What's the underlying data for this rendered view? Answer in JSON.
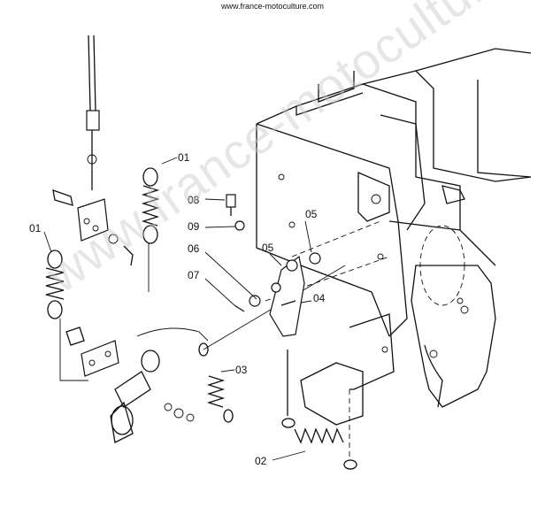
{
  "header": {
    "url": "www.france-motoculture.com"
  },
  "watermark": {
    "text": "www.france-motoculture.com"
  },
  "callouts": {
    "p01_top": "01",
    "p01_left": "01",
    "p02": "02",
    "p03": "03",
    "p04": "04",
    "p05_right": "05",
    "p05_mid": "05",
    "p06": "06",
    "p07": "07",
    "p08": "08",
    "p09": "09"
  }
}
